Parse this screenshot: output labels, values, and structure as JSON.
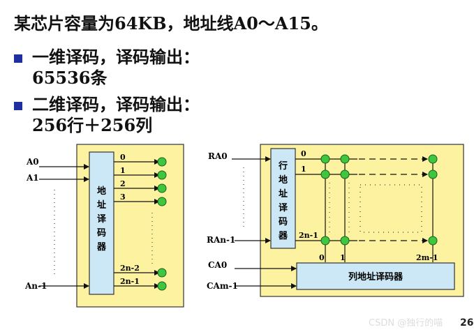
{
  "intro": "某芯片容量为64KB，地址线A0～A15。",
  "bullets": [
    {
      "line1": "一维译码，译码输出：",
      "line2": "65536条"
    },
    {
      "line1": "二维译码，译码输出：",
      "line2": "256行＋256列"
    }
  ],
  "left_diagram": {
    "decoder_chars": [
      "地",
      "址",
      "译",
      "码",
      "器"
    ],
    "input_A0": "A0",
    "input_A1": "A1",
    "input_An1": "An-1",
    "outputs": [
      "0",
      "1",
      "2",
      "3"
    ],
    "out_2n2": "2n-2",
    "out_2n1": "2n-1"
  },
  "right_diagram": {
    "row_decoder_chars": [
      "行",
      "地",
      "址",
      "译",
      "码",
      "器"
    ],
    "col_decoder_label": "列地址译码器",
    "RA0": "RA0",
    "RAn1": "RAn-1",
    "CA0": "CA0",
    "CAm1": "CAm-1",
    "row_outputs": [
      "0",
      "1"
    ],
    "row_last": "2n-1",
    "col_outputs": [
      "0",
      "1"
    ],
    "col_last": "2m-1"
  },
  "watermark": "CSDN @独行的喵",
  "page_number": "26",
  "colors": {
    "panel": "#fdf2a0",
    "decoder": "#cce8f6",
    "node": "#3fc63f",
    "bullet": "#1f2fa0"
  }
}
